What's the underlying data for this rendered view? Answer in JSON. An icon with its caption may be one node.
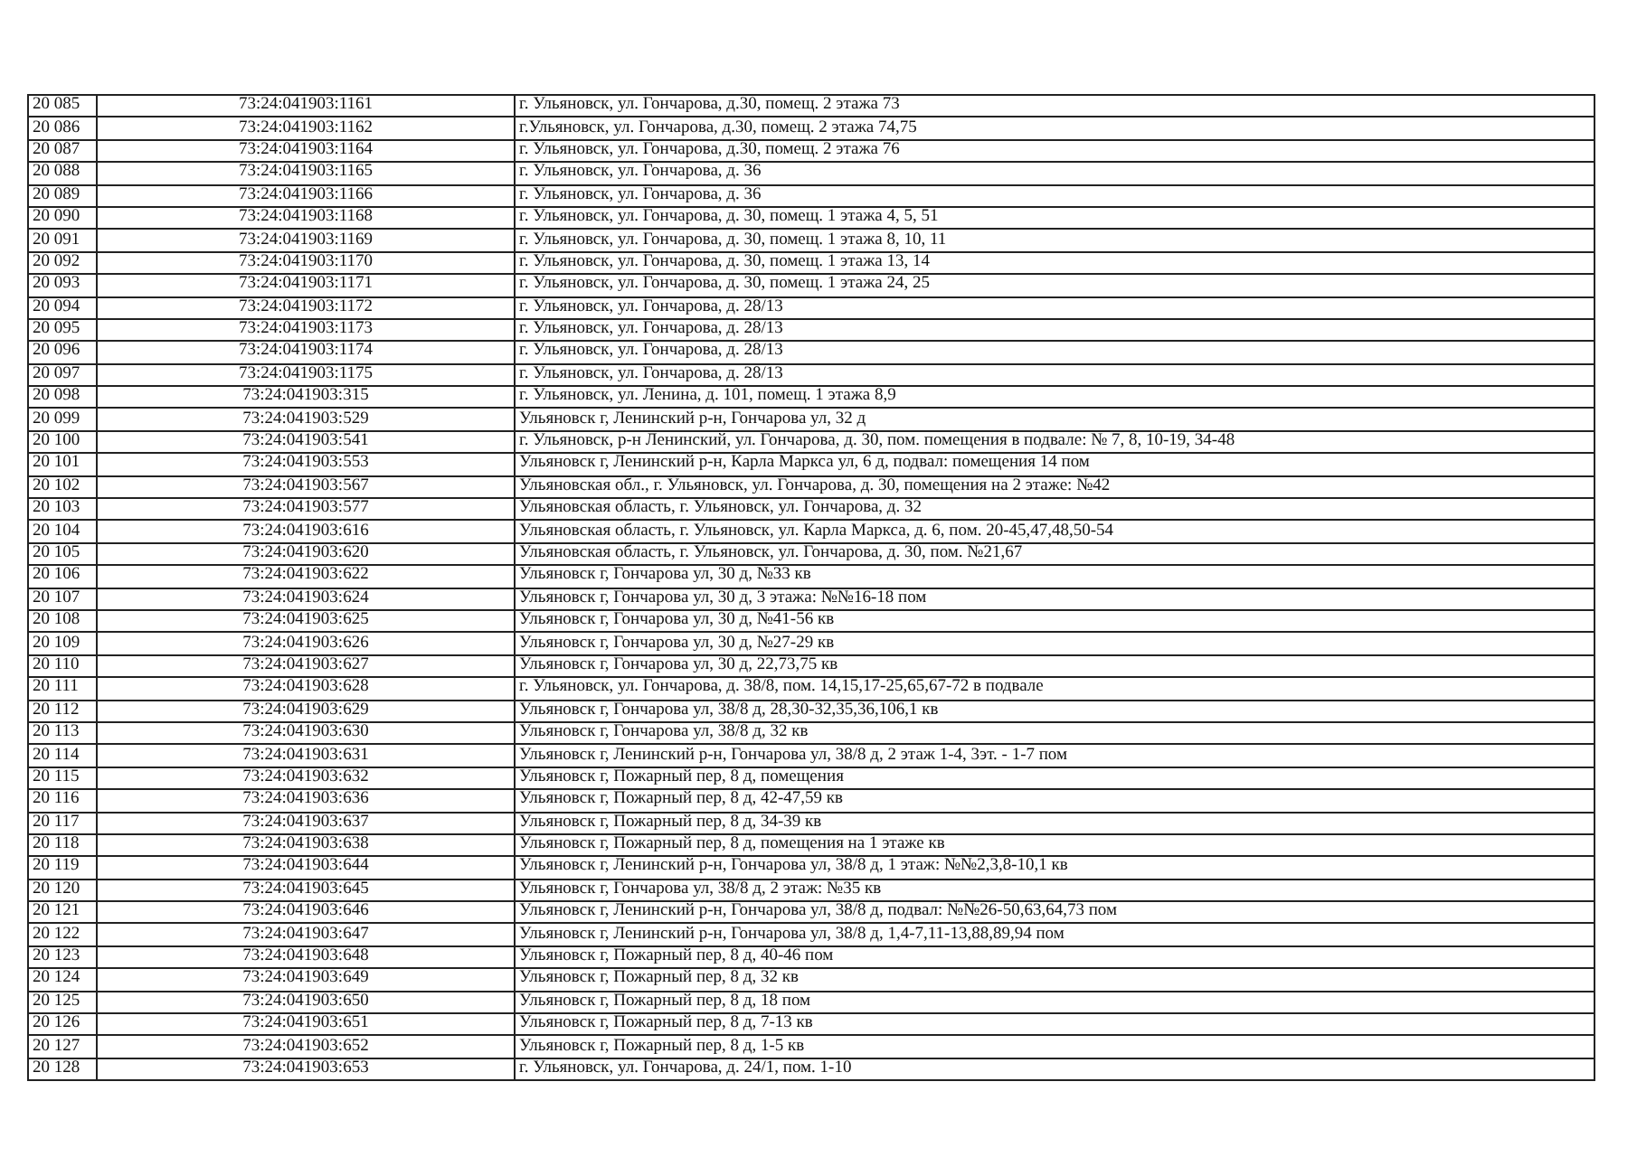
{
  "diagram": {
    "labels": [
      "20 085",
      "73:24:041903:1161",
      "г. Ульяновск, ул. Гончарова, д.30, помещ. 2 этажа 73",
      "20 086",
      "73:24:041903:1162",
      "г.Ульяновск, ул. Гончарова, д.30, помещ. 2 этажа 74,75",
      "20 087",
      "73:24:041903:1164",
      "г. Ульяновск, ул. Гончарова, д.30, помещ. 2 этажа 76",
      "20 088",
      "73:24:041903:1165",
      "г. Ульяновск, ул. Гончарова, д. 36",
      "20 089",
      "73:24:041903:1166",
      "г. Ульяновск, ул. Гончарова, д. 36",
      "20 090",
      "73:24:041903:1168",
      "г. Ульяновск, ул. Гончарова, д. 30, помещ. 1 этажа 4, 5, 51",
      "20 091",
      "73:24:041903:1169",
      "г. Ульяновск, ул. Гончарова, д. 30, помещ. 1 этажа 8, 10, 11",
      "20 092",
      "73:24:041903:1170",
      "г. Ульяновск, ул. Гончарова, д. 30, помещ. 1 этажа 13, 14",
      "20 093",
      "73:24:041903:1171",
      "г. Ульяновск, ул. Гончарова, д. 30, помещ. 1 этажа 24, 25",
      "20 094",
      "73:24:041903:1172",
      "г. Ульяновск, ул. Гончарова, д. 28/13",
      "20 095",
      "73:24:041903:1173",
      "г. Ульяновск, ул. Гончарова, д. 28/13",
      "20 096",
      "73:24:041903:1174",
      "г. Ульяновск, ул. Гончарова, д. 28/13",
      "20 097",
      "73:24:041903:1175",
      "г. Ульяновск, ул. Гончарова, д. 28/13",
      "20 098",
      "73:24:041903:315",
      "г. Ульяновск, ул. Ленина, д. 101, помещ. 1 этажа 8,9",
      "20 099",
      "73:24:041903:529",
      "Ульяновск г, Ленинский р-н, Гончарова ул, 32 д",
      "20 100",
      "73:24:041903:541",
      "г. Ульяновск, р-н Ленинский, ул. Гончарова, д. 30, пом. помещения в подвале: № 7, 8, 10-19, 34-48",
      "20 101",
      "73:24:041903:553",
      "Ульяновск г, Ленинский р-н, Карла Маркса ул, 6 д, подвал: помещения 14 пом",
      "20 102",
      "73:24:041903:567",
      "Ульяновская обл., г. Ульяновск, ул. Гончарова, д. 30, помещения на 2 этаже: №42",
      "20 103",
      "73:24:041903:577",
      "Ульяновская область, г. Ульяновск, ул. Гончарова, д. 32",
      "20 104",
      "73:24:041903:616",
      "Ульяновская область, г. Ульяновск, ул. Карла Маркса, д. 6, пом. 20-45,47,48,50-54",
      "20 105",
      "73:24:041903:620",
      "Ульяновская область, г. Ульяновск, ул. Гончарова, д. 30, пом. №21,67",
      "20 106",
      "73:24:041903:622",
      "Ульяновск г, Гончарова ул, 30 д, №33 кв",
      "20 107",
      "73:24:041903:624",
      "Ульяновск г, Гончарова ул, 30 д, 3 этажа: №№16-18 пом",
      "20 108",
      "73:24:041903:625",
      "Ульяновск г, Гончарова ул, 30 д, №41-56 кв",
      "20 109",
      "73:24:041903:626",
      "Ульяновск г, Гончарова ул, 30 д, №27-29 кв",
      "20 110",
      "73:24:041903:627",
      "Ульяновск г, Гончарова ул, 30 д, 22,73,75 кв",
      "20 111",
      "73:24:041903:628",
      "г. Ульяновск, ул. Гончарова, д. 38/8, пом. 14,15,17-25,65,67-72 в подвале",
      "20 112",
      "73:24:041903:629",
      "Ульяновск г, Гончарова ул, 38/8 д, 28,30-32,35,36,106,1 кв",
      "20 113",
      "73:24:041903:630",
      "Ульяновск г, Гончарова ул, 38/8 д, 32 кв",
      "20 114",
      "73:24:041903:631",
      "Ульяновск г, Ленинский р-н, Гончарова ул, 38/8 д, 2 этаж 1-4, 3эт. - 1-7 пом",
      "20 115",
      "73:24:041903:632",
      "Ульяновск г, Пожарный пер, 8 д, помещения",
      "20 116",
      "73:24:041903:636",
      "Ульяновск г, Пожарный пер, 8 д, 42-47,59 кв",
      "20 117",
      "73:24:041903:637",
      "Ульяновск г, Пожарный пер, 8 д, 34-39 кв",
      "20 118",
      "73:24:041903:638",
      "Ульяновск г, Пожарный пер, 8 д, помещения на 1 этаже кв",
      "20 119",
      "73:24:041903:644",
      "Ульяновск г, Ленинский р-н, Гончарова ул, 38/8 д, 1 этаж: №№2,3,8-10,1 кв",
      "20 120",
      "73:24:041903:645",
      "Ульяновск г, Гончарова ул, 38/8 д, 2 этаж: №35 кв",
      "20 121",
      "73:24:041903:646",
      "Ульяновск г, Ленинский р-н, Гончарова ул, 38/8 д, подвал: №№26-50,63,64,73 пом",
      "20 122",
      "73:24:041903:647",
      "Ульяновск г, Ленинский р-н, Гончарова ул, 38/8 д, 1,4-7,11-13,88,89,94 пом",
      "20 123",
      "73:24:041903:648",
      "Ульяновск г, Пожарный пер, 8 д, 40-46 пом",
      "20 124",
      "73:24:041903:649",
      "Ульяновск г, Пожарный пер, 8 д, 32 кв",
      "20 125",
      "73:24:041903:650",
      "Ульяновск г, Пожарный пер, 8 д, 18 пом",
      "20 126",
      "73:24:041903:651",
      "Ульяновск г, Пожарный пер, 8 д, 7-13 кв",
      "20 127",
      "73:24:041903:652",
      "Ульяновск г, Пожарный пер, 8 д, 1-5 кв",
      "20 128",
      "73:24:041903:653",
      "г. Ульяновск, ул. Гончарова, д. 24/1, пом. 1-10"
    ]
  }
}
